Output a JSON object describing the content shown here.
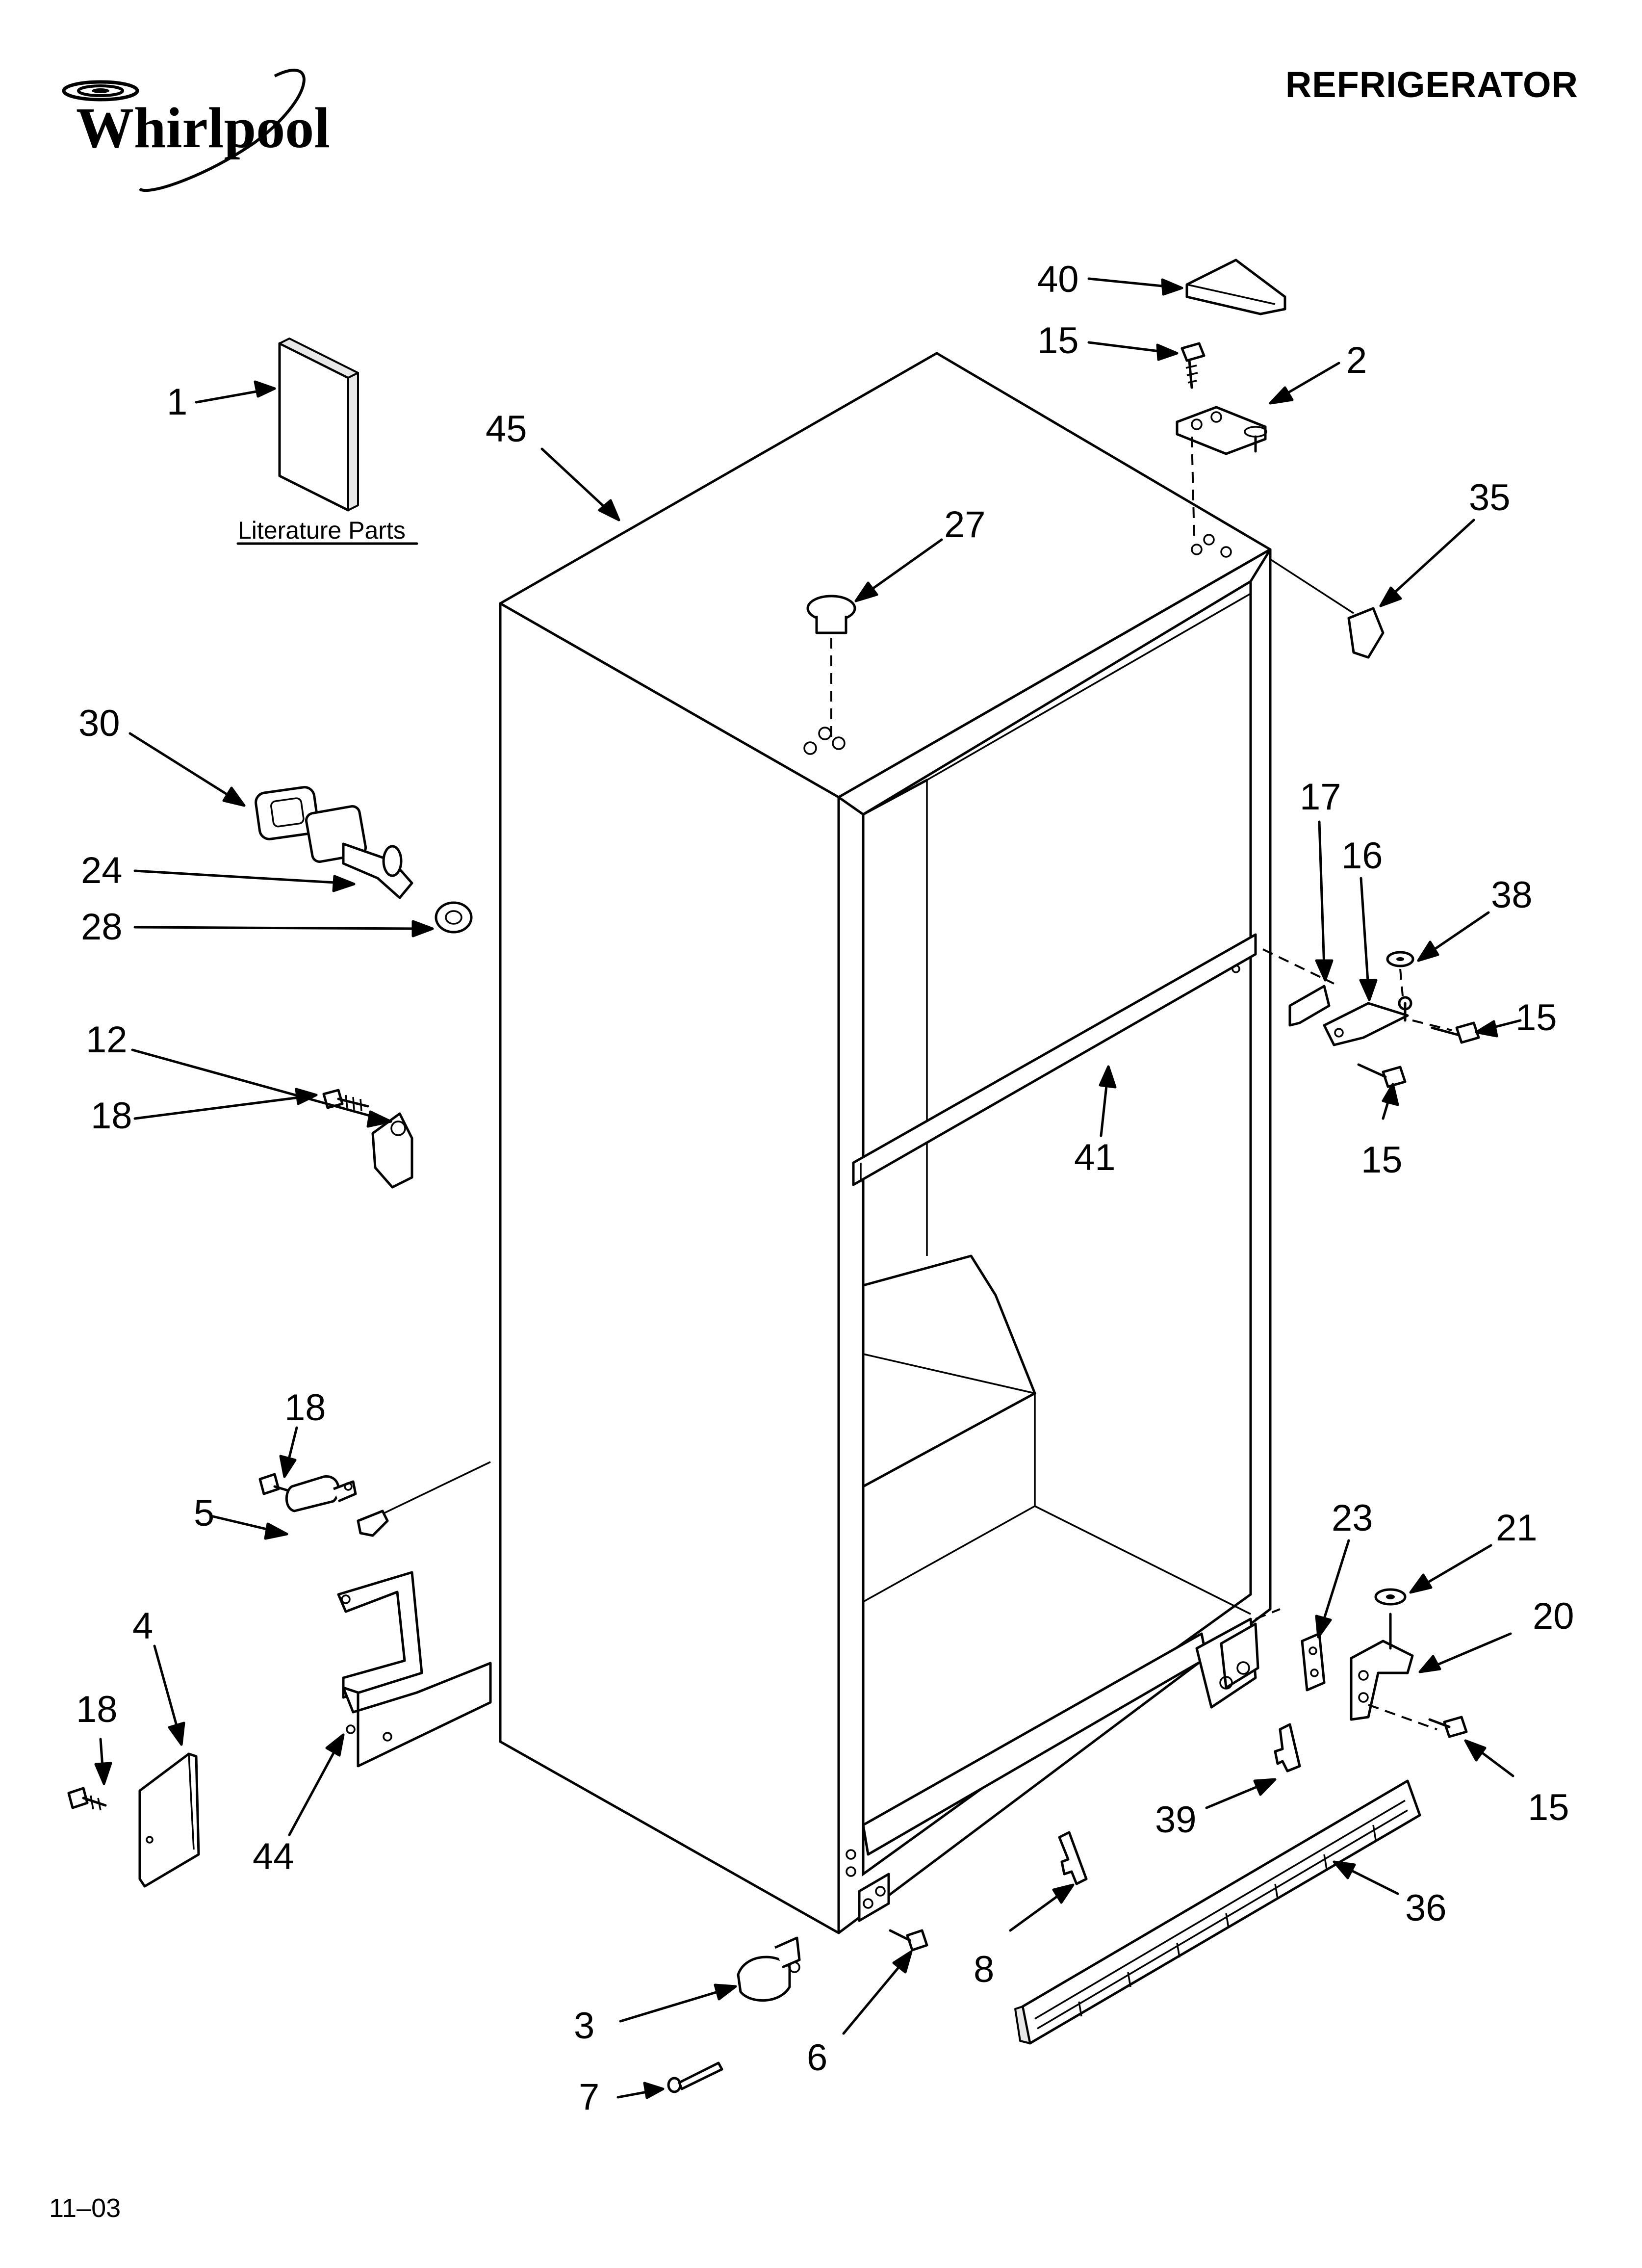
{
  "header": {
    "brand": "Whirlpool",
    "title": "REFRIGERATOR"
  },
  "footer": {
    "code": "11–03"
  },
  "literature_label": "Literature Parts",
  "callouts": [
    {
      "id": "c40",
      "label": "40"
    },
    {
      "id": "c15a",
      "label": "15"
    },
    {
      "id": "c2",
      "label": "2"
    },
    {
      "id": "c1",
      "label": "1"
    },
    {
      "id": "c45",
      "label": "45"
    },
    {
      "id": "c27",
      "label": "27"
    },
    {
      "id": "c35",
      "label": "35"
    },
    {
      "id": "c30",
      "label": "30"
    },
    {
      "id": "c24",
      "label": "24"
    },
    {
      "id": "c28",
      "label": "28"
    },
    {
      "id": "c17",
      "label": "17"
    },
    {
      "id": "c16",
      "label": "16"
    },
    {
      "id": "c38",
      "label": "38"
    },
    {
      "id": "c15b",
      "label": "15"
    },
    {
      "id": "c12",
      "label": "12"
    },
    {
      "id": "c18a",
      "label": "18"
    },
    {
      "id": "c41",
      "label": "41"
    },
    {
      "id": "c15c",
      "label": "15"
    },
    {
      "id": "c18b",
      "label": "18"
    },
    {
      "id": "c5",
      "label": "5"
    },
    {
      "id": "c23",
      "label": "23"
    },
    {
      "id": "c21",
      "label": "21"
    },
    {
      "id": "c4",
      "label": "4"
    },
    {
      "id": "c20",
      "label": "20"
    },
    {
      "id": "c18c",
      "label": "18"
    },
    {
      "id": "c15d",
      "label": "15"
    },
    {
      "id": "c39",
      "label": "39"
    },
    {
      "id": "c44",
      "label": "44"
    },
    {
      "id": "c36",
      "label": "36"
    },
    {
      "id": "c8",
      "label": "8"
    },
    {
      "id": "c3",
      "label": "3"
    },
    {
      "id": "c6",
      "label": "6"
    },
    {
      "id": "c7",
      "label": "7"
    }
  ]
}
